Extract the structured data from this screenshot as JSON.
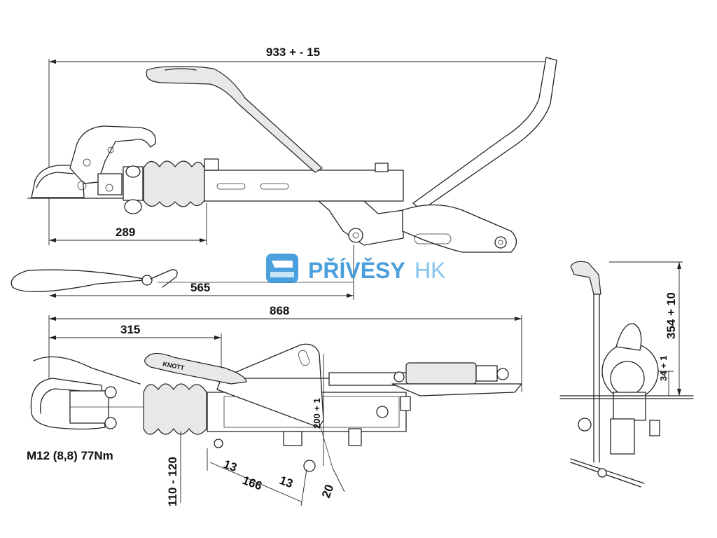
{
  "watermark": {
    "text_bold": "PŘÍVĚSY",
    "text_light": "HK",
    "color_bold": "#2b8fd6",
    "color_light": "#6fb8ea"
  },
  "dimensions": {
    "top_overall": "933 + - 15",
    "top_coupling_len": "289",
    "top_cable_len": "565",
    "mid_overall": "868",
    "mid_partial": "315",
    "mid_hole_height": "200 + 1",
    "bolt_spec": "M12 (8,8) 77Nm",
    "height_range": "110 - 120",
    "spacing_a": "13",
    "spacing_b": "166",
    "spacing_c": "13",
    "spacing_d": "20",
    "side_height": "354 + 10",
    "side_small": "34 + 1"
  },
  "labels": {
    "brand_on_handle": "KNOTT"
  },
  "colors": {
    "line": "#222222",
    "background": "#ffffff"
  }
}
